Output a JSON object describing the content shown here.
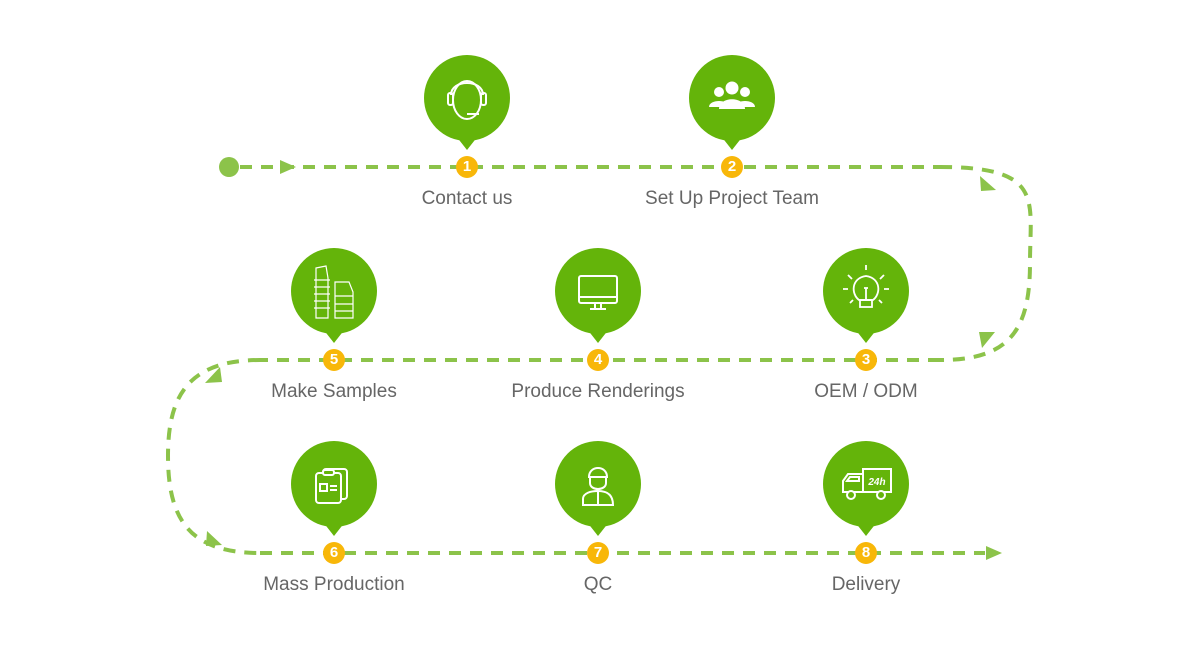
{
  "diagram": {
    "type": "process-flow",
    "colors": {
      "pin": "#64b40a",
      "path": "#8cc34a",
      "badge": "#f8b709",
      "label": "#666666"
    },
    "steps": [
      {
        "number": "1",
        "label": "Contact us",
        "icon": "headset-icon"
      },
      {
        "number": "2",
        "label": "Set Up Project Team",
        "icon": "team-icon"
      },
      {
        "number": "3",
        "label": "OEM / ODM",
        "icon": "lightbulb-icon"
      },
      {
        "number": "4",
        "label": "Produce Renderings",
        "icon": "monitor-icon"
      },
      {
        "number": "5",
        "label": "Make Samples",
        "icon": "display-stand-icon"
      },
      {
        "number": "6",
        "label": "Mass Production",
        "icon": "clipboard-icon"
      },
      {
        "number": "7",
        "label": "QC",
        "icon": "inspector-icon"
      },
      {
        "number": "8",
        "label": "Delivery",
        "icon": "delivery-truck-icon",
        "truck_text": "24h"
      }
    ]
  }
}
